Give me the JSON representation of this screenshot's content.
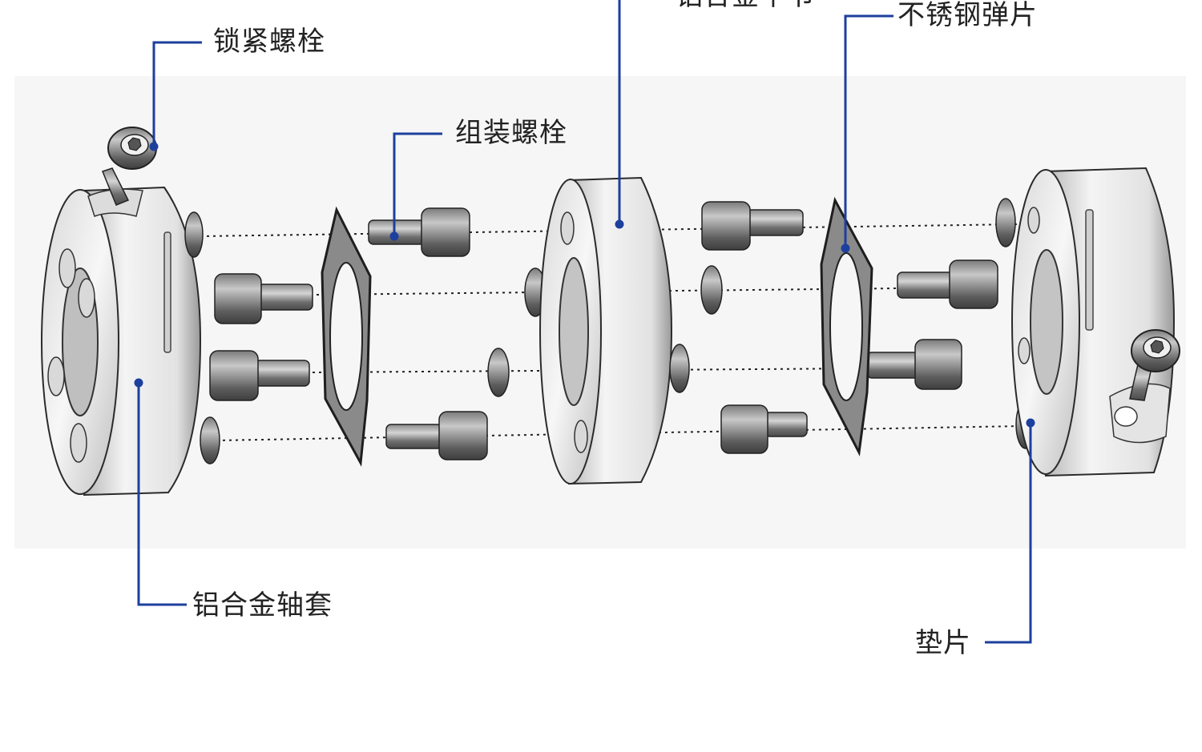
{
  "colors": {
    "leader": "#1d3f9e",
    "part_light": "#f2f2f2",
    "part_mid": "#c9c9c9",
    "part_dark": "#7d7d7d",
    "outline": "#2b2b2b",
    "bolt": "#6f6f6f",
    "shim": "#3b3b3b"
  },
  "labels": {
    "lock_bolt": "锁紧螺栓",
    "assembly_bolt": "组装螺栓",
    "center_block": "铝合金中节",
    "spring_plate": "不锈钢弹片",
    "hub": "铝合金轴套",
    "washer": "垫片"
  }
}
